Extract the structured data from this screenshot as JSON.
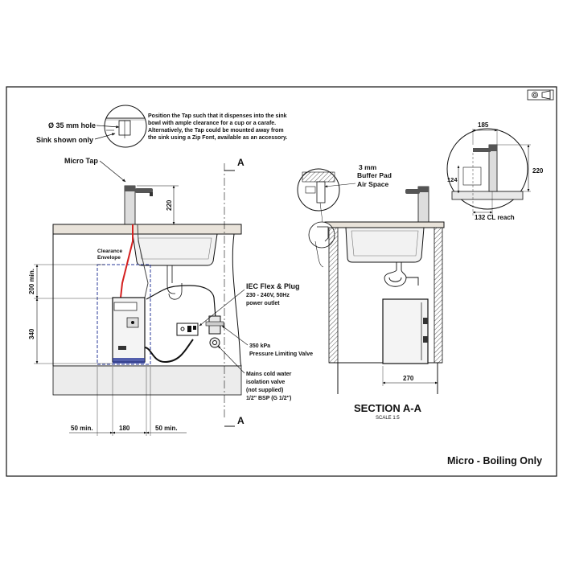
{
  "left_view": {
    "hole_label": "Ø 35 mm hole",
    "sink_shown_only": "Sink shown only",
    "note_lines": [
      "Position the Tap such that it dispenses into the sink",
      "bowl with ample clearance for a cup or a carafe.",
      "Alternatively, the Tap could be mounted away from",
      "the sink using a Zip Font, available as an accessory."
    ],
    "micro_tap": "Micro Tap",
    "dim_220": "220",
    "clearance_line1": "Clearance",
    "clearance_line2": "Envelope",
    "dim_200min": "200 min.",
    "dim_340": "340",
    "iec_title": "IEC Flex & Plug",
    "iec_line2": "230 - 240V, 50Hz",
    "iec_line3": "power outlet",
    "plv_line1": "350 kPa",
    "plv_line2": "Pressure Limiting Valve",
    "mains_lines": [
      "Mains cold water",
      "isolation valve",
      "(not supplied)",
      "1/2\" BSP (G 1/2\")"
    ],
    "dim_50min_left": "50 min.",
    "dim_180": "180",
    "dim_50min_right": "50 min.",
    "section_marker_top": "A",
    "section_marker_bottom": "A"
  },
  "section_view": {
    "buffer_line1": "3 mm",
    "buffer_line2": "Buffer Pad",
    "buffer_line3": "Air Space",
    "dim_270": "270",
    "title": "SECTION A-A",
    "scale": "SCALE 1:5"
  },
  "detail_view": {
    "dim_185": "185",
    "dim_220": "220",
    "dim_124": "124",
    "reach": "132 CL reach"
  },
  "footer_title": "Micro - Boiling Only",
  "colors": {
    "supply_line": "#d42020",
    "clearance_box": "#2a3a9a",
    "cable": "#111111",
    "floor_hatch": "#bbbbbb"
  }
}
